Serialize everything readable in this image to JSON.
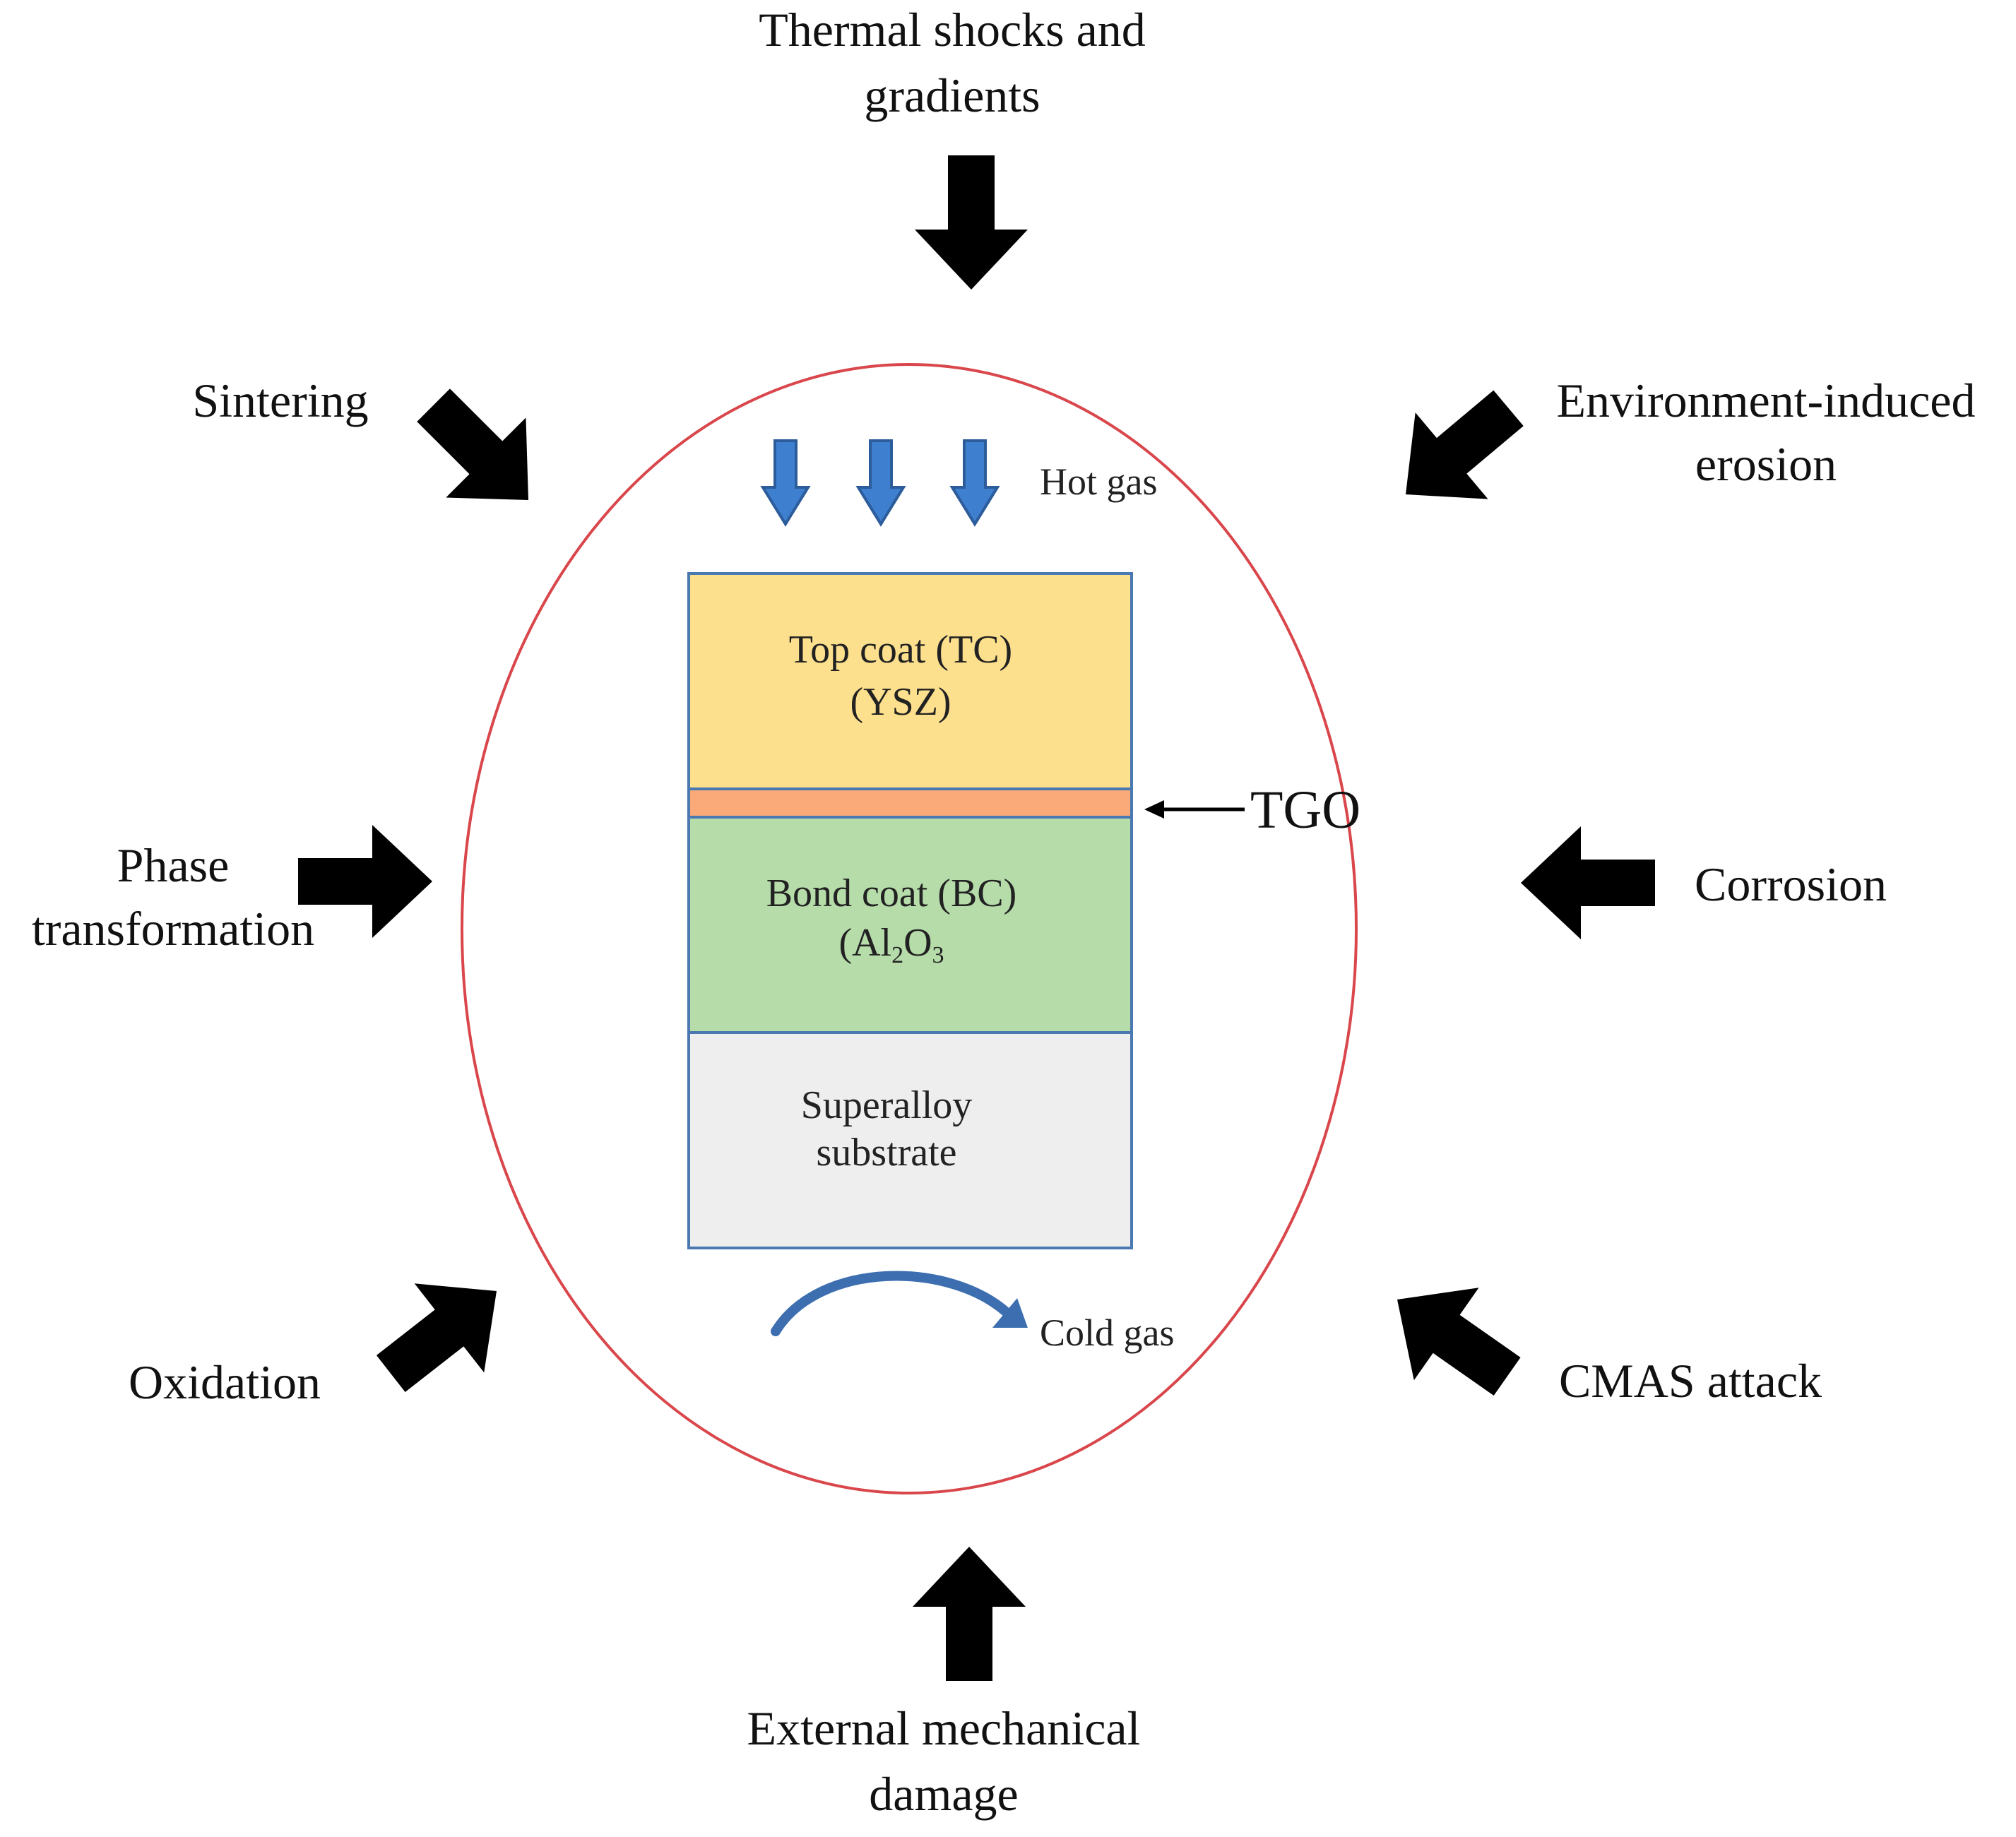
{
  "factors": {
    "top": [
      "Thermal shocks and",
      "gradients"
    ],
    "top_left": [
      "Sintering"
    ],
    "top_right": [
      "Environment-induced",
      "erosion"
    ],
    "left": [
      "Phase",
      "transformation"
    ],
    "right": [
      "Corrosion"
    ],
    "bottom_left": [
      "Oxidation"
    ],
    "bottom_right": [
      "CMAS attack"
    ],
    "bottom": [
      "External mechanical",
      "damage"
    ]
  },
  "layers": {
    "top_coat": [
      "Top coat (TC)",
      "(YSZ)"
    ],
    "tgo": "TGO",
    "bond_coat": [
      "Bond coat (BC)",
      "(Al",
      "2",
      "O",
      "3",
      ")"
    ],
    "substrate": [
      "Superalloy",
      "substrate"
    ]
  },
  "gas": {
    "hot": "Hot gas",
    "cold": "Cold gas"
  },
  "colors": {
    "circle": "#d9464b",
    "top_coat": "#fde08e",
    "tgo": "#f9aa78",
    "bond_coat": "#b6dcaa",
    "substrate": "#eeeeee",
    "layer_border": "#4a78b0",
    "hot_arrow": "#3f7fcf",
    "cold_arrow": "#3d6fb0",
    "black_arrow": "#000000"
  },
  "icons": {
    "factor_arrow": "thick-black-arrow-icon",
    "hot_gas_arrow": "blue-down-arrow-icon",
    "cold_gas_arrow": "curved-blue-arrow-icon",
    "tgo_pointer": "thin-left-arrow-icon"
  }
}
